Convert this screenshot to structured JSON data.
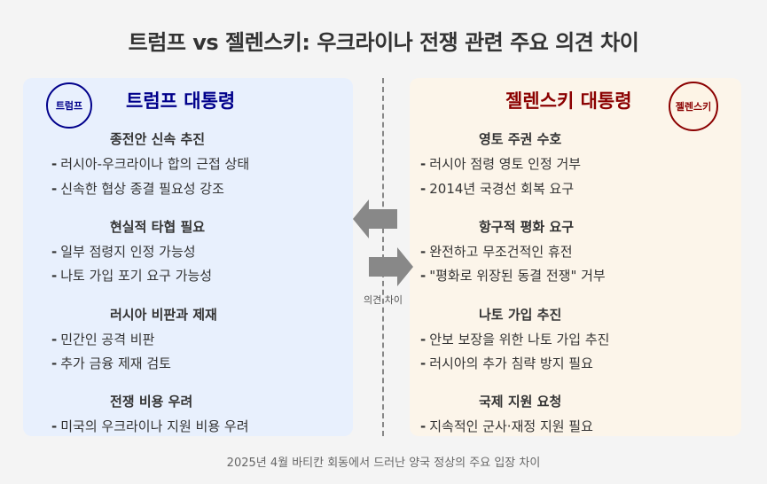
{
  "title": "트럼프 vs 젤렌스키: 우크라이나 전쟁 관련 주요 의견 차이",
  "left": {
    "badge": "트럼프",
    "heading": "트럼프 대통령",
    "color": "#00008b",
    "background": "#e8f0fd",
    "sections": [
      {
        "heading": "종전안 신속 추진",
        "items": [
          "러시아-우크라이나 합의 근접 상태",
          "신속한 협상 종결 필요성 강조"
        ]
      },
      {
        "heading": "현실적 타협 필요",
        "items": [
          "일부 점령지 인정 가능성",
          "나토 가입 포기 요구 가능성"
        ]
      },
      {
        "heading": "러시아 비판과 제재",
        "items": [
          "민간인 공격 비판",
          "추가 금융 제재 검토"
        ]
      },
      {
        "heading": "전쟁 비용 우려",
        "items": [
          "미국의 우크라이나 지원 비용 우려"
        ]
      }
    ]
  },
  "right": {
    "badge": "젤렌스키",
    "heading": "젤렌스키 대통령",
    "color": "#8b0000",
    "background": "#fcf5ea",
    "sections": [
      {
        "heading": "영토 주권 수호",
        "items": [
          "러시아 점령 영토 인정 거부",
          "2014년 국경선 회복 요구"
        ]
      },
      {
        "heading": "항구적 평화 요구",
        "items": [
          "완전하고 무조건적인 휴전",
          "\"평화로 위장된 동결 전쟁\" 거부"
        ]
      },
      {
        "heading": "나토 가입 추진",
        "items": [
          "안보 보장을 위한 나토 가입 추진",
          "러시아의 추가 침략 방지 필요"
        ]
      },
      {
        "heading": "국제 지원 요청",
        "items": [
          "지속적인 군사·재정 지원 필요"
        ]
      }
    ]
  },
  "center": {
    "label": "의견 차이",
    "arrows": [
      "arrow-left",
      "arrow-right"
    ],
    "arrow_color": "#888888"
  },
  "dash": "-",
  "footer": "2025년 4월 바티칸 회동에서 드러난 양국 정상의 주요 입장 차이"
}
